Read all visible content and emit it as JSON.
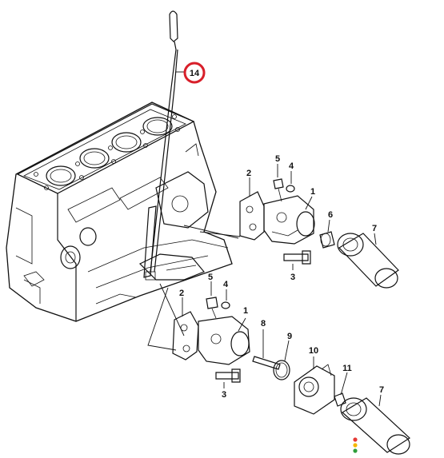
{
  "callouts": {
    "dipstick": "14",
    "upper": {
      "gasket": "2",
      "bolt_top": "5",
      "washer_top": "4",
      "housing": "1",
      "check_valve": "6",
      "filter": "7",
      "bolt_bottom": "3"
    },
    "lower": {
      "bolt_top": "5",
      "washer_top": "4",
      "gasket": "2",
      "housing": "1",
      "stud": "8",
      "o_ring": "9",
      "cooler": "10",
      "nut": "11",
      "filter": "7",
      "bolt_bottom": "3"
    }
  },
  "highlight_color": "#d81f2a",
  "status_dots": [
    "#e53935",
    "#f5b700",
    "#2e9e3a"
  ]
}
